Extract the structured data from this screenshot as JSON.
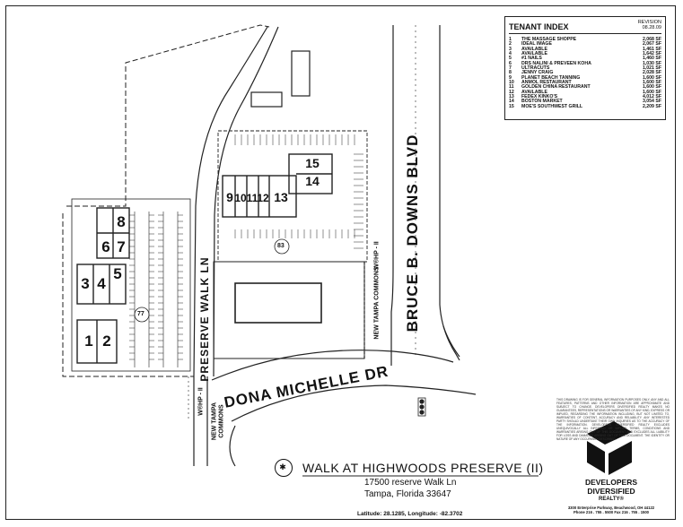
{
  "sheet": {
    "tenant_index": {
      "title": "TENANT INDEX",
      "revision_label": "REVISION",
      "revision_date": "08.28.09",
      "rows": [
        {
          "num": "1",
          "name": "THE MASSAGE SHOPPE",
          "sf": "2,068 SF"
        },
        {
          "num": "2",
          "name": "IDEAL IMAGE",
          "sf": "2,067 SF"
        },
        {
          "num": "3",
          "name": "AVAILABLE",
          "sf": "1,461 SF"
        },
        {
          "num": "4",
          "name": "AVAILABLE",
          "sf": "1,642 SF"
        },
        {
          "num": "5",
          "name": "#1 NAILS",
          "sf": "1,460 SF"
        },
        {
          "num": "6",
          "name": "DRS NALINI & PREVEEN KOHA",
          "sf": "1,030 SF"
        },
        {
          "num": "7",
          "name": "ULTRACUTS",
          "sf": "1,021 SF"
        },
        {
          "num": "8",
          "name": "JENNY CRAIG",
          "sf": "2,028 SF"
        },
        {
          "num": "9",
          "name": "PLANET BEACH TANNING",
          "sf": "1,600 SF"
        },
        {
          "num": "10",
          "name": "ANMOL RESTAURANT",
          "sf": "1,600 SF"
        },
        {
          "num": "11",
          "name": "GOLDEN CHINA RESTAURANT",
          "sf": "1,600 SF"
        },
        {
          "num": "12",
          "name": "AVAILABLE",
          "sf": "1,600 SF"
        },
        {
          "num": "13",
          "name": "FEDEX KINKO'S",
          "sf": "4,012 SF"
        },
        {
          "num": "14",
          "name": "BOSTON MARKET",
          "sf": "3,054 SF"
        },
        {
          "num": "15",
          "name": "MOE'S SOUTHWEST GRILL",
          "sf": "2,209 SF"
        }
      ]
    },
    "map": {
      "streets": {
        "bruce_downs": "BRUCE B. DOWNS BLVD",
        "dona_michelle": "DONA MICHELLE DR",
        "preserve_walk": "PRESERVE WALK LN",
        "new_tampa_commons_east": "NEW TAMPA COMMONS",
        "new_tampa_commons_south_1": "NEW TAMPA",
        "new_tampa_commons_south_2": "COMMONS",
        "wbhp_east": "W®HP - II",
        "wbhp_south": "W®HP - II"
      },
      "units": {
        "u1": "1",
        "u2": "2",
        "u3": "3",
        "u4": "4",
        "u5": "5",
        "u6": "6",
        "u7": "7",
        "u8": "8",
        "u9": "9",
        "u10": "10",
        "u11": "11",
        "u12": "12",
        "u13": "13",
        "u14": "14",
        "u15": "15"
      },
      "parking_counts": {
        "west": "77",
        "east": "83"
      }
    },
    "title_block": {
      "project_name": "WALK AT HIGHWOODS PRESERVE (II)",
      "address_line1": "17500 reserve Walk Ln",
      "address_line2": "Tampa, Florida  33647",
      "coordinates": "Latitude: 28.1285, Longitude: -82.3702"
    },
    "developer": {
      "name_line1": "DEVELOPERS",
      "name_line2": "DIVERSIFIED",
      "name_line3": "REALTY®",
      "address": "3300 Enterprise Parkway, Beachwood, OH 44122",
      "phones": "Phone 216 . 755 . 5500     Fax 216 . 755 . 1500"
    },
    "disclaimer": "THIS DRAWING IS FOR GENERAL INFORMATION PURPOSES ONLY. ANY AND ALL FEATURES, PATTERNS AND OTHER INFORMATION ARE APPROXIMATE AND SUBJECT TO CHANGE. DEVELOPERS DIVERSIFIED REALTY MAKES NO GUARANTEES, REPRESENTATIONS OR WARRANTIES OF ANY KIND, EXPRESS OR IMPLIED, REGARDING THE INFORMATION INCLUDING, BUT NOT LIMITED TO, WARRANTIES OF CONTENT, ACCURACY AND RELIABILITY. ANY INTERESTED PARTY SHOULD UNDERTAKE THEIR OWN INQUIRIES AS TO THE ACCURACY OF THE INFORMATION. DEVELOPERS DIVERSIFIED REALTY EXCLUDES UNEQUIVOCALLY ALL INFERRED OR IMPLIED TERMS, CONDITIONS AND WARRANTIES ARISING OUT OF THIS DOCUMENT AND EXCLUDES ALL LIABILITY FOR LOSS AND DAMAGES ARISING OUT OF THIS DOCUMENT. THE IDENTITY OR NATURE OF ANY OCCUPANCY DESCRIBED."
  }
}
